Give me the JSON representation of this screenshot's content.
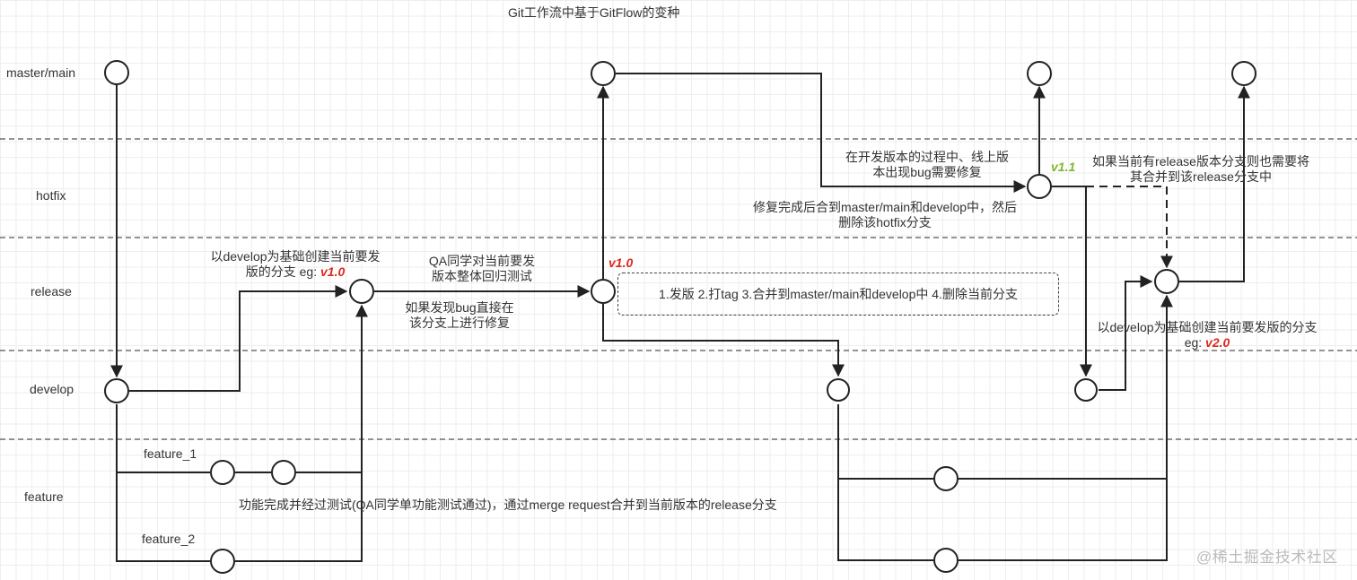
{
  "title": "Git工作流中基于GitFlow的变种",
  "lanes": {
    "master": "master/main",
    "hotfix": "hotfix",
    "release": "release",
    "develop": "develop",
    "feature": "feature"
  },
  "branches": {
    "feature_1": "feature_1",
    "feature_2": "feature_2"
  },
  "annotations": {
    "create_release_line1": "以develop为基础创建当前要发",
    "create_release_line2_prefix": "版的分支 eg: ",
    "create_release_version": "v1.0",
    "qa_test_line1": "QA同学对当前要发",
    "qa_test_line2": "版本整体回归测试",
    "bug_fix_line1": "如果发现bug直接在",
    "bug_fix_line2": "该分支上进行修复",
    "release_tag_version": "v1.0",
    "release_steps": "1.发版 2.打tag 3.合并到master/main和develop中 4.删除当前分支",
    "hotfix_reason_line1": "在开发版本的过程中、线上版",
    "hotfix_reason_line2": "本出现bug需要修复",
    "hotfix_version": "v1.1",
    "hotfix_merge_line1": "修复完成后合到master/main和develop中，然后",
    "hotfix_merge_line2": "删除该hotfix分支",
    "hotfix_release_line1": "如果当前有release版本分支则也需要将",
    "hotfix_release_line2": "其合并到该release分支中",
    "create_release2_line1": "以develop为基础创建当前要发版的分支",
    "create_release2_line2_prefix": "eg: ",
    "create_release2_version": "v2.0",
    "feature_done": "功能完成并经过测试(QA同学单功能测试通过)，通过merge request合并到当前版本的release分支"
  },
  "watermark": "@稀土掘金技术社区",
  "colors": {
    "line": "#222222",
    "lane_divider": "#555555",
    "version_red": "#e0271f",
    "version_green": "#7fb72f"
  }
}
